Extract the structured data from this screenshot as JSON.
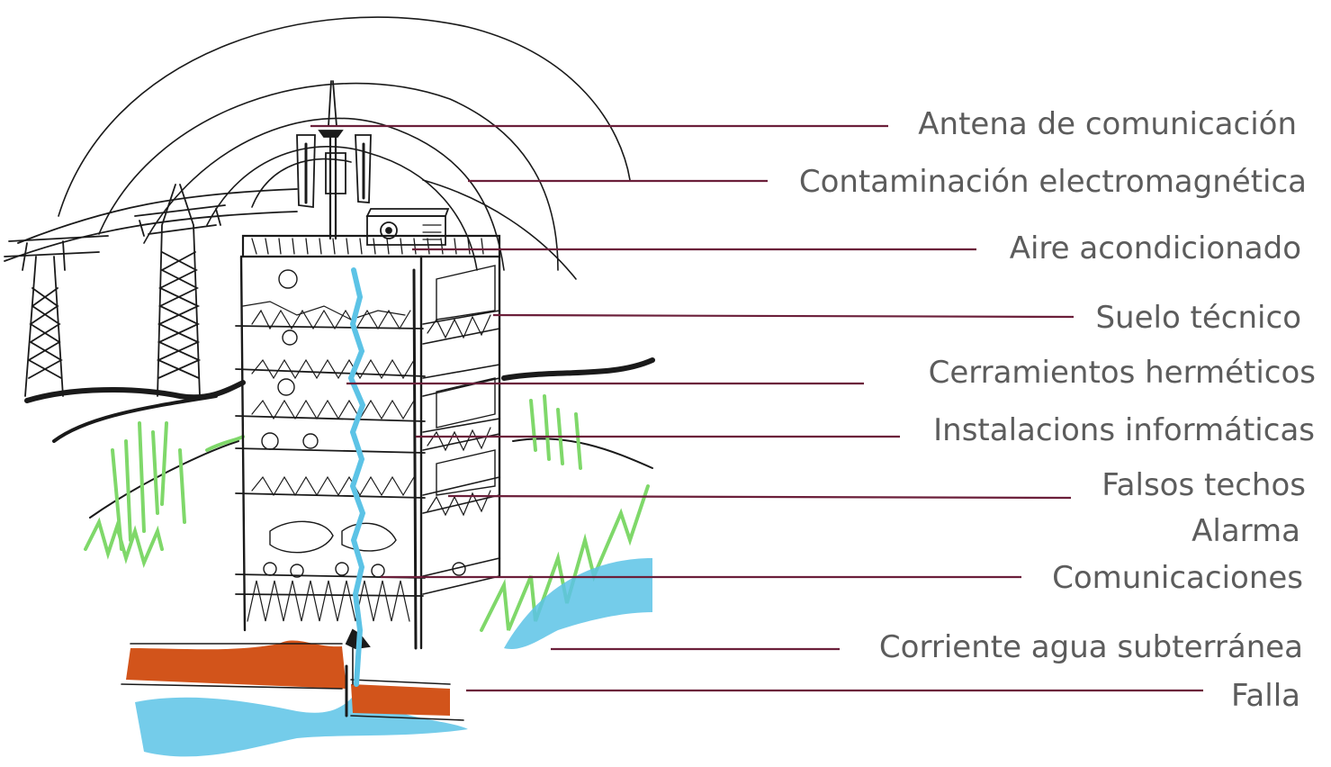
{
  "colors": {
    "ink": "#1a1a1a",
    "leader": "#6b1f3a",
    "text": "#5c5c5c",
    "grass": "#7fd86a",
    "water": "#5cc3e6",
    "earth": "#d2541b"
  },
  "labels": [
    {
      "id": "antena",
      "text": "Antena de comunicación"
    },
    {
      "id": "contaminacion",
      "text": "Contaminación electromagnética"
    },
    {
      "id": "aire",
      "text": "Aire acondicionado"
    },
    {
      "id": "suelo",
      "text": "Suelo técnico"
    },
    {
      "id": "cerramientos",
      "text": "Cerramientos herméticos"
    },
    {
      "id": "instalacions",
      "text": "Instalacions informáticas"
    },
    {
      "id": "falsos",
      "text": "Falsos techos"
    },
    {
      "id": "alarma",
      "text": "Alarma"
    },
    {
      "id": "comunicaciones",
      "text": "Comunicaciones"
    },
    {
      "id": "corriente",
      "text": "Corriente agua subterránea"
    },
    {
      "id": "falla",
      "text": "Falla"
    }
  ]
}
